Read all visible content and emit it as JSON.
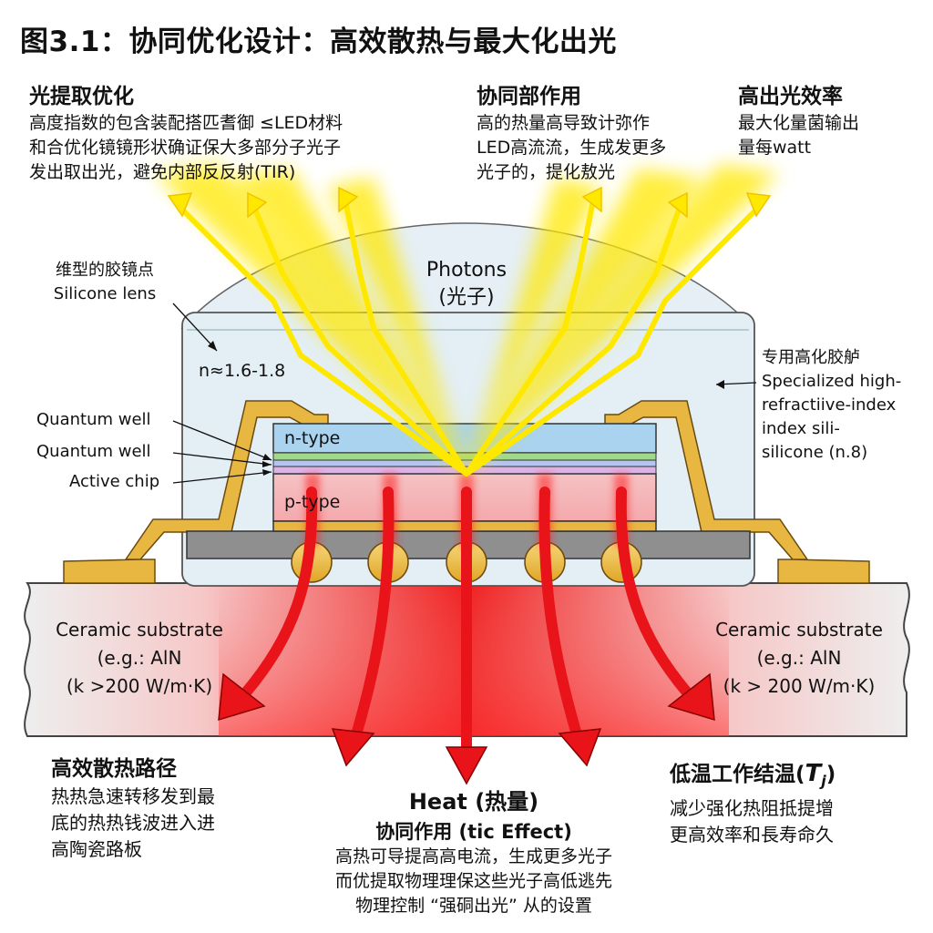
{
  "title": "图3.1：协同优化设计：高效散热与最大化出光",
  "top_left": {
    "heading": "光提取优化",
    "lines": [
      "高度指数的包含装配搭匹耆御 ≤LED材料",
      "和合优化镜镜形状确证保大多部分子光子",
      "发出取出光，避免内部反反射(TIR)"
    ]
  },
  "top_middle": {
    "heading": "协同部作用",
    "lines": [
      "高的热量高导致计弥作",
      "LED高流流，生成发更多",
      "光子的，提化敖光"
    ]
  },
  "top_right": {
    "heading": "高出光效率",
    "lines": [
      "最大化量菌输出",
      "量每watt"
    ]
  },
  "lens_label": {
    "cn": "维型的胶镜点",
    "en": "Silicone lens",
    "index": "n≈1.6-1.8"
  },
  "photons_label": {
    "en": "Photons",
    "cn": "(光子)"
  },
  "encapsulant_label": {
    "cn": "专用高化胶舻",
    "lines": [
      "Specialized high-",
      "refractiive-index",
      "index sili-",
      "silicone (n.8)"
    ]
  },
  "layer_labels": {
    "qw1": "Quantum well",
    "qw2": "Quantum well",
    "active": "Active chip",
    "ntype": "n-type",
    "ptype": "p-type"
  },
  "substrate_left": {
    "lines": [
      "Ceramic substrate",
      "(e.g.: AlN",
      "(k >200 W/m·K)"
    ]
  },
  "substrate_right": {
    "lines": [
      "Ceramic substrate",
      "(e.g.: AlN",
      "(k > 200 W/m·K)"
    ]
  },
  "bottom_left": {
    "heading": "高效散热路径",
    "lines": [
      "热热急速转移发到最",
      "底的热热钱波进入进",
      "高陶瓷路板"
    ]
  },
  "bottom_center": {
    "heading1": "Heat (热量)",
    "heading2": "协同作用 (tic Effect)",
    "lines": [
      "高热可导提高高电流，生成更多光子",
      "而优提取物理理保这些光子高低逃先",
      "物理控制 “强硐出光” 从的设置"
    ]
  },
  "bottom_right": {
    "heading": "低温工作结温(",
    "symbol": "T",
    "subscript": "j",
    "close": ")",
    "lines": [
      "减少强化热阻抵提增",
      "更高效率和長寿命久"
    ]
  },
  "colors": {
    "light": "#ffe800",
    "heat": "#e8141a",
    "lens": "#e3eef5",
    "ntype": "#a9d3ee",
    "ptype": "#f4b6b8",
    "qw_green": "#9fd98b",
    "pad": "#e7b742",
    "substrate": "#ededed",
    "chip_base": "#8f8f8f"
  },
  "icons": {
    "photon_rays": "arrow-up",
    "heat_flow": "arrow-down-red"
  }
}
